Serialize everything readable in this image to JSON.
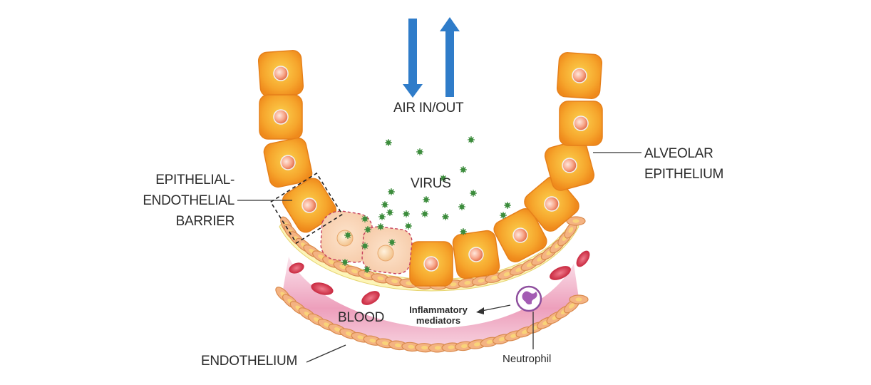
{
  "labels": {
    "air": "AIR IN/OUT",
    "virus": "VIRUS",
    "alveolar_line1": "ALVEOLAR",
    "alveolar_line2": "EPITHELIUM",
    "barrier_line1": "EPITHELIAL-",
    "barrier_line2": "ENDOTHELIAL",
    "barrier_line3": "BARRIER",
    "blood": "BLOOD",
    "mediators_line1": "Inflammatory",
    "mediators_line2": "mediators",
    "neutrophil": "Neutrophil",
    "endothelium": "ENDOTHELIUM"
  },
  "colors": {
    "arrow_blue": "#2f7cc9",
    "cell_orange": "#f0911f",
    "cell_light": "#fbd14e",
    "nucleus": "#f8a78b",
    "infected_cell": "#f8d6bc",
    "virus_green": "#3c8c3c",
    "basement_yellow": "#fdf5b8",
    "endothelial_cell": "#f4b382",
    "blood_pink": "#e6779f",
    "red_blood_cell": "#d13a52",
    "neutrophil": "#8e4f9e"
  },
  "icons": {
    "air_in": "arrow-down-icon",
    "air_out": "arrow-up-icon"
  }
}
